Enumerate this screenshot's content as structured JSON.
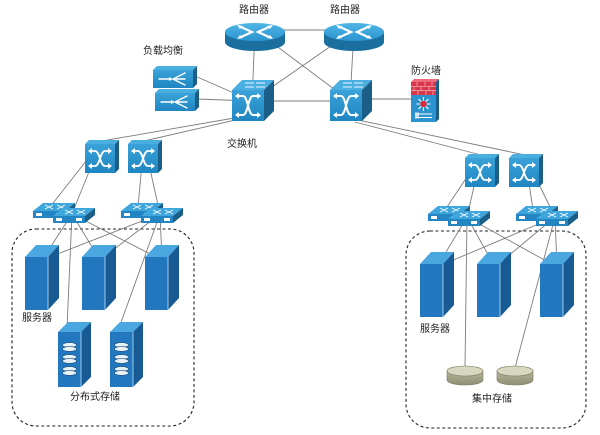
{
  "diagram": {
    "title": "",
    "colors": {
      "device_blue": "#2a8fc9",
      "device_blue_dark": "#1b6a9c",
      "device_blue_light": "#55b3e2",
      "server_blue": "#2277bf",
      "server_blue_dark": "#185a94",
      "firewall_red": "#d9384a",
      "storage_disk": "#c9c9ad",
      "link_gray": "#7d7d7d"
    },
    "labels": {
      "router_1": "路由器",
      "router_2": "路由器",
      "load_balancer": "负载均衡",
      "firewall": "防火墙",
      "core_switch": "交换机",
      "servers_left": "服务器",
      "servers_right": "服务器",
      "distributed_storage": "分布式存储",
      "centralized_storage": "集中存储"
    },
    "nodes": [
      {
        "id": "router-1",
        "type": "router",
        "icon": "router-icon",
        "label_key": "router_1"
      },
      {
        "id": "router-2",
        "type": "router",
        "icon": "router-icon",
        "label_key": "router_2"
      },
      {
        "id": "lb-1",
        "type": "load-balancer",
        "icon": "load-balancer-icon",
        "label_key": "load_balancer"
      },
      {
        "id": "lb-2",
        "type": "load-balancer",
        "icon": "load-balancer-icon"
      },
      {
        "id": "core-switch-1",
        "type": "core-switch",
        "icon": "core-switch-icon",
        "label_key": "core_switch"
      },
      {
        "id": "core-switch-2",
        "type": "core-switch",
        "icon": "core-switch-icon"
      },
      {
        "id": "firewall",
        "type": "firewall",
        "icon": "firewall-icon",
        "label_key": "firewall"
      },
      {
        "id": "agg-switch-l1",
        "type": "agg-switch",
        "icon": "switch-icon"
      },
      {
        "id": "agg-switch-l2",
        "type": "agg-switch",
        "icon": "switch-icon"
      },
      {
        "id": "agg-switch-r1",
        "type": "agg-switch",
        "icon": "switch-icon"
      },
      {
        "id": "agg-switch-r2",
        "type": "agg-switch",
        "icon": "switch-icon"
      },
      {
        "id": "access-switch-l1",
        "type": "access-switch",
        "icon": "workgroup-switch-icon"
      },
      {
        "id": "access-switch-l2",
        "type": "access-switch",
        "icon": "workgroup-switch-icon"
      },
      {
        "id": "access-switch-l3",
        "type": "access-switch",
        "icon": "workgroup-switch-icon"
      },
      {
        "id": "access-switch-l4",
        "type": "access-switch",
        "icon": "workgroup-switch-icon"
      },
      {
        "id": "access-switch-r1",
        "type": "access-switch",
        "icon": "workgroup-switch-icon"
      },
      {
        "id": "access-switch-r2",
        "type": "access-switch",
        "icon": "workgroup-switch-icon"
      },
      {
        "id": "access-switch-r3",
        "type": "access-switch",
        "icon": "workgroup-switch-icon"
      },
      {
        "id": "access-switch-r4",
        "type": "access-switch",
        "icon": "workgroup-switch-icon"
      },
      {
        "id": "server-l1",
        "type": "server",
        "icon": "server-tower-icon",
        "label_key": "servers_left"
      },
      {
        "id": "server-l2",
        "type": "server",
        "icon": "server-tower-icon"
      },
      {
        "id": "server-l3",
        "type": "server",
        "icon": "server-tower-icon"
      },
      {
        "id": "storage-l1",
        "type": "storage-tower",
        "icon": "storage-tower-icon",
        "label_key": "distributed_storage"
      },
      {
        "id": "storage-l2",
        "type": "storage-tower",
        "icon": "storage-tower-icon"
      },
      {
        "id": "server-r1",
        "type": "server",
        "icon": "server-tower-icon",
        "label_key": "servers_right"
      },
      {
        "id": "server-r2",
        "type": "server",
        "icon": "server-tower-icon"
      },
      {
        "id": "server-r3",
        "type": "server",
        "icon": "server-tower-icon"
      },
      {
        "id": "disk-r1",
        "type": "disk",
        "icon": "disk-storage-icon",
        "label_key": "centralized_storage"
      },
      {
        "id": "disk-r2",
        "type": "disk",
        "icon": "disk-storage-icon"
      }
    ],
    "edges": [
      [
        "router-1",
        "router-2"
      ],
      [
        "router-1",
        "core-switch-1"
      ],
      [
        "router-1",
        "core-switch-2"
      ],
      [
        "router-2",
        "core-switch-1"
      ],
      [
        "router-2",
        "core-switch-2"
      ],
      [
        "lb-1",
        "core-switch-1"
      ],
      [
        "lb-2",
        "core-switch-1"
      ],
      [
        "core-switch-1",
        "core-switch-2"
      ],
      [
        "core-switch-2",
        "firewall"
      ],
      [
        "core-switch-1",
        "agg-switch-l1"
      ],
      [
        "core-switch-1",
        "agg-switch-l2"
      ],
      [
        "core-switch-2",
        "agg-switch-r1"
      ],
      [
        "core-switch-2",
        "agg-switch-r2"
      ],
      [
        "agg-switch-l1",
        "access-switch-l1"
      ],
      [
        "agg-switch-l1",
        "access-switch-l2"
      ],
      [
        "agg-switch-l2",
        "access-switch-l3"
      ],
      [
        "agg-switch-l2",
        "access-switch-l4"
      ],
      [
        "agg-switch-r1",
        "access-switch-r1"
      ],
      [
        "agg-switch-r1",
        "access-switch-r2"
      ],
      [
        "agg-switch-r2",
        "access-switch-r3"
      ],
      [
        "agg-switch-r2",
        "access-switch-r4"
      ],
      [
        "access-switch-l2",
        "server-l1"
      ],
      [
        "access-switch-l2",
        "server-l2"
      ],
      [
        "access-switch-l2",
        "server-l3"
      ],
      [
        "access-switch-l4",
        "server-l1"
      ],
      [
        "access-switch-l4",
        "server-l2"
      ],
      [
        "access-switch-l4",
        "server-l3"
      ],
      [
        "access-switch-l2",
        "storage-l1"
      ],
      [
        "access-switch-l4",
        "storage-l2"
      ],
      [
        "access-switch-r2",
        "server-r1"
      ],
      [
        "access-switch-r2",
        "server-r2"
      ],
      [
        "access-switch-r2",
        "server-r3"
      ],
      [
        "access-switch-r4",
        "server-r1"
      ],
      [
        "access-switch-r4",
        "server-r2"
      ],
      [
        "access-switch-r4",
        "server-r3"
      ],
      [
        "access-switch-r2",
        "disk-r1"
      ],
      [
        "access-switch-r4",
        "disk-r2"
      ]
    ],
    "groups": [
      {
        "id": "left-cluster",
        "members": [
          "server-l1",
          "server-l2",
          "server-l3",
          "storage-l1",
          "storage-l2"
        ],
        "style": "dashed"
      },
      {
        "id": "right-cluster",
        "members": [
          "server-r1",
          "server-r2",
          "server-r3",
          "disk-r1",
          "disk-r2"
        ],
        "style": "dashed"
      }
    ]
  }
}
